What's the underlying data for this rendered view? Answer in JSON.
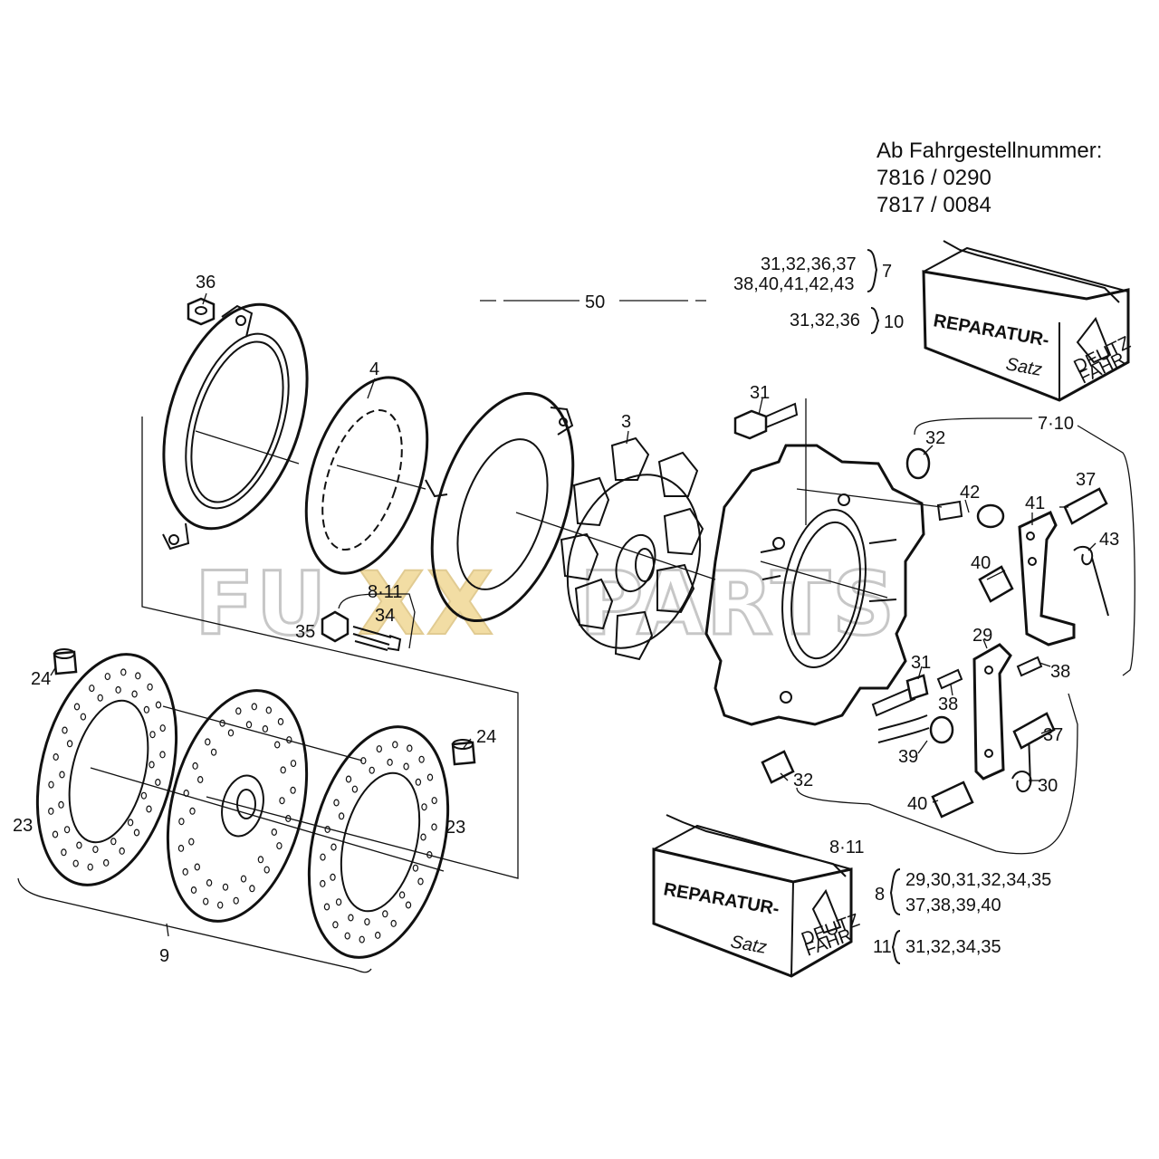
{
  "header": {
    "line1": "Ab Fahrgestellnummer:",
    "line2": "7816 / 0290",
    "line3": "7817 / 0084"
  },
  "kits": {
    "kit7_line1": "31,32,36,37",
    "kit7_line2": "38,40,41,42,43",
    "kit7_no": "7",
    "kit10_line": "31,32,36",
    "kit10_no": "10",
    "kit8_no": "8",
    "kit8_line1": "29,30,31,32,34,35",
    "kit8_line2": "37,38,39,40",
    "kit11_no": "11",
    "kit11_line": "31,32,34,35",
    "group_7_10": "7·10",
    "group_8_11_bottom": "8·11",
    "group_8_11_small": "8·11"
  },
  "boxes": {
    "top_label1": "REPARATUR-",
    "top_label2": "Satz",
    "top_brand1": "DEUTZ",
    "top_brand2": "FAHR",
    "bottom_label1": "REPARATUR-",
    "bottom_label2": "Satz",
    "bottom_brand1": "DEUTZ",
    "bottom_brand2": "FAHR"
  },
  "watermark": {
    "part1": "FU",
    "part2": "XX",
    "part3": "PARTS"
  },
  "callouts": {
    "p36": "36",
    "p4": "4",
    "p50": "50",
    "p3": "3",
    "p31a": "31",
    "p32a": "32",
    "p42": "42",
    "p37a": "37",
    "p41": "41",
    "p43": "43",
    "p40a": "40",
    "p29": "29",
    "p38a": "38",
    "p31b": "31",
    "p38b": "38",
    "p37b": "37",
    "p39": "39",
    "p30": "30",
    "p40b": "40",
    "p32b": "32",
    "p34": "34",
    "p35": "35",
    "p24a": "24",
    "p24b": "24",
    "p23a": "23",
    "p23b": "23",
    "p9": "9"
  }
}
